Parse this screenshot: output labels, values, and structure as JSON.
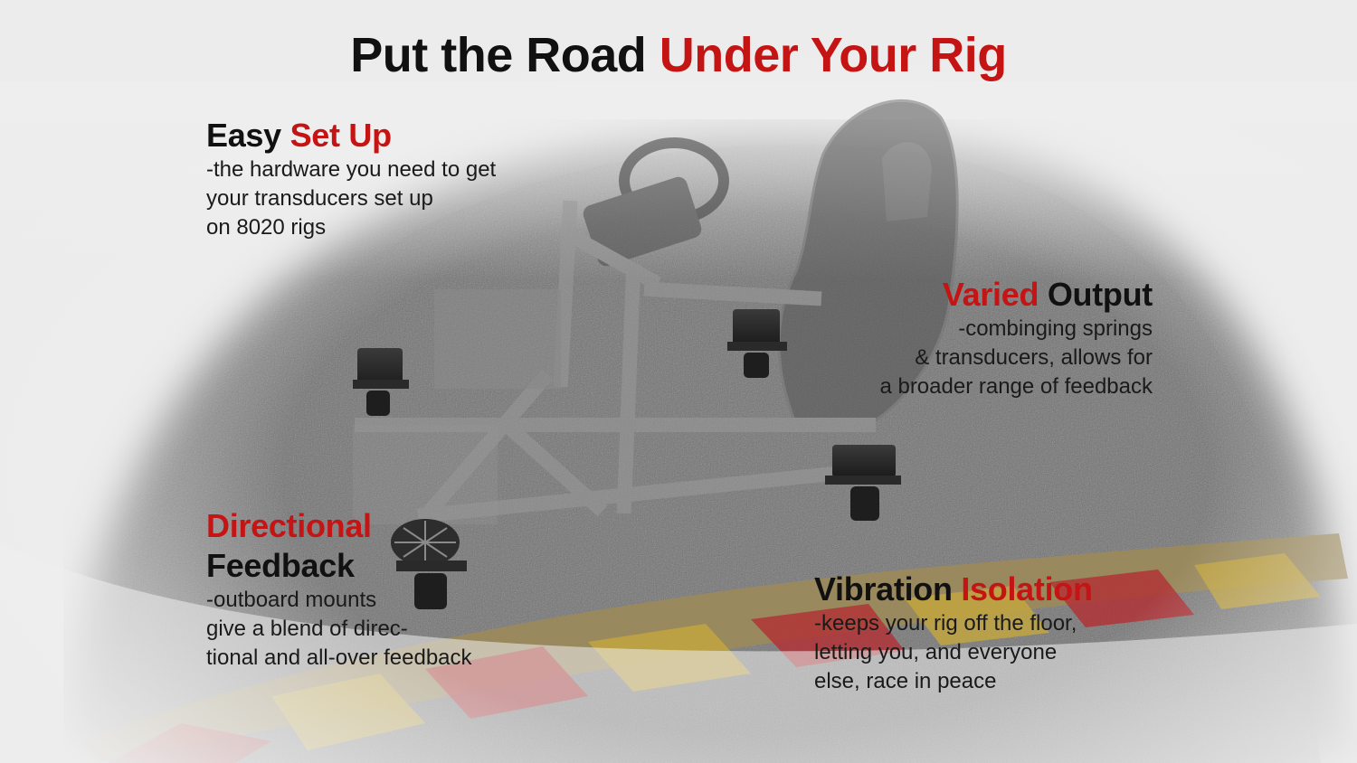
{
  "title": {
    "part1": "Put the Road ",
    "part2": "Under Your Rig"
  },
  "features": {
    "setup": {
      "heading_a": "Easy ",
      "heading_b": "Set Up",
      "body": "-the hardware you need to get\nyour transducers set up\non 8020 rigs"
    },
    "output": {
      "heading_a": "Varied",
      "heading_b": " Output",
      "body": "-combinging springs\n& transducers, allows for\na broader range of feedback"
    },
    "directional": {
      "heading_a": "Directional",
      "heading_b": "Feedback",
      "body": "-outboard mounts\ngive a blend of direc-\ntional and all-over feedback"
    },
    "vibration": {
      "heading_a": "Vibration ",
      "heading_b": "Isolation",
      "body": "-keeps your rig off the floor,\nletting you, and everyone\nelse, race in peace"
    }
  },
  "colors": {
    "accent": "#c41414",
    "text": "#111111",
    "road": "#6f6f6f",
    "curb_red": "#b8262a",
    "curb_yellow": "#c9a93a"
  }
}
